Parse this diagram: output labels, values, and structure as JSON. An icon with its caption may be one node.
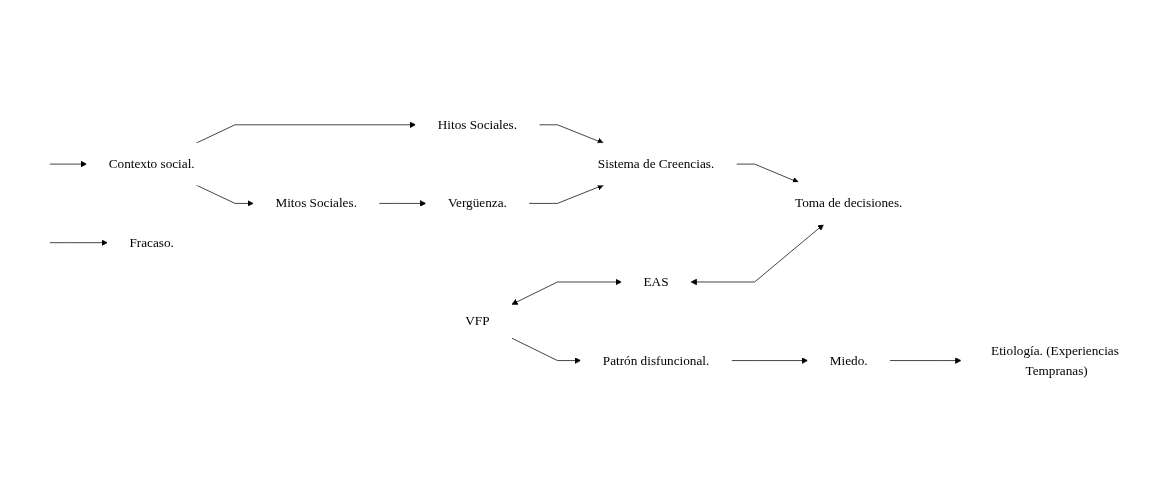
{
  "diagram": {
    "nodes": [
      {
        "text": [
          "VFP"
        ]
      },
      {
        "text": [
          "EAS"
        ]
      },
      {
        "text": [
          "Toma de decisiones."
        ]
      },
      {
        "text": [
          "Patrón disfuncional."
        ]
      },
      {
        "text": [
          "Miedo."
        ]
      },
      {
        "text": [
          "Etiología. (Experiencias Tempranas)"
        ]
      },
      {
        "text": [
          "Contexto social."
        ]
      },
      {
        "text": [
          "Mitos Sociales."
        ]
      },
      {
        "text": [
          "Vergüenza."
        ]
      },
      {
        "text": [
          "Fracaso."
        ]
      },
      {
        "text": [
          "Sistema de Creencias."
        ]
      },
      {
        "text": [
          "Hitos Sociales."
        ]
      }
    ],
    "edges": [
      {
        "from": 0,
        "to": 1,
        "arrow": "both"
      },
      {
        "from": 1,
        "to": 2,
        "arrow": "both"
      },
      {
        "from": 10,
        "to": 2,
        "arrow": "to"
      },
      {
        "from": 0,
        "to": 3,
        "arrow": "to"
      },
      {
        "from": 3,
        "to": 4,
        "arrow": "to"
      },
      {
        "from": 4,
        "to": 5,
        "arrow": "to"
      },
      {
        "from": null,
        "to": 6,
        "arrow": "to"
      },
      {
        "from": 6,
        "to": 7,
        "arrow": "to"
      },
      {
        "from": 6,
        "to": 11,
        "arrow": "to"
      },
      {
        "from": 7,
        "to": 8,
        "arrow": "to"
      },
      {
        "from": null,
        "to": 9,
        "arrow": "to"
      },
      {
        "from": 8,
        "to": 10,
        "arrow": "to"
      },
      {
        "from": 11,
        "to": 10,
        "arrow": "to"
      }
    ]
  }
}
